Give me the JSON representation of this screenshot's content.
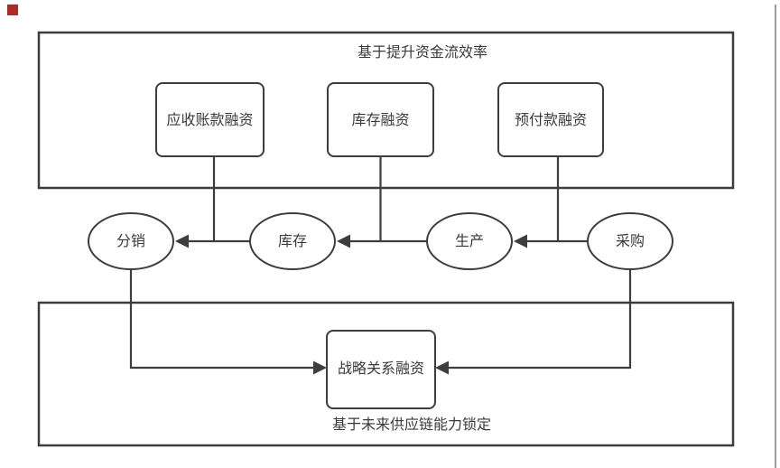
{
  "colors": {
    "line": "#3d3d3d",
    "text": "#3a3a3a",
    "accent_square": "#ad2b23",
    "page_border": "#9c9c9c",
    "background": "#ffffff"
  },
  "diagram": {
    "top_section": {
      "title": "基于提升资金流效率",
      "boxes": [
        {
          "label": "应收账款融资"
        },
        {
          "label": "库存融资"
        },
        {
          "label": "预付款融资"
        }
      ]
    },
    "process_chain": {
      "nodes": [
        {
          "label": "分销"
        },
        {
          "label": "库存"
        },
        {
          "label": "生产"
        },
        {
          "label": "采购"
        }
      ]
    },
    "bottom_section": {
      "title": "基于未来供应链能力锁定",
      "box": {
        "label": "战略关系融资"
      }
    }
  }
}
